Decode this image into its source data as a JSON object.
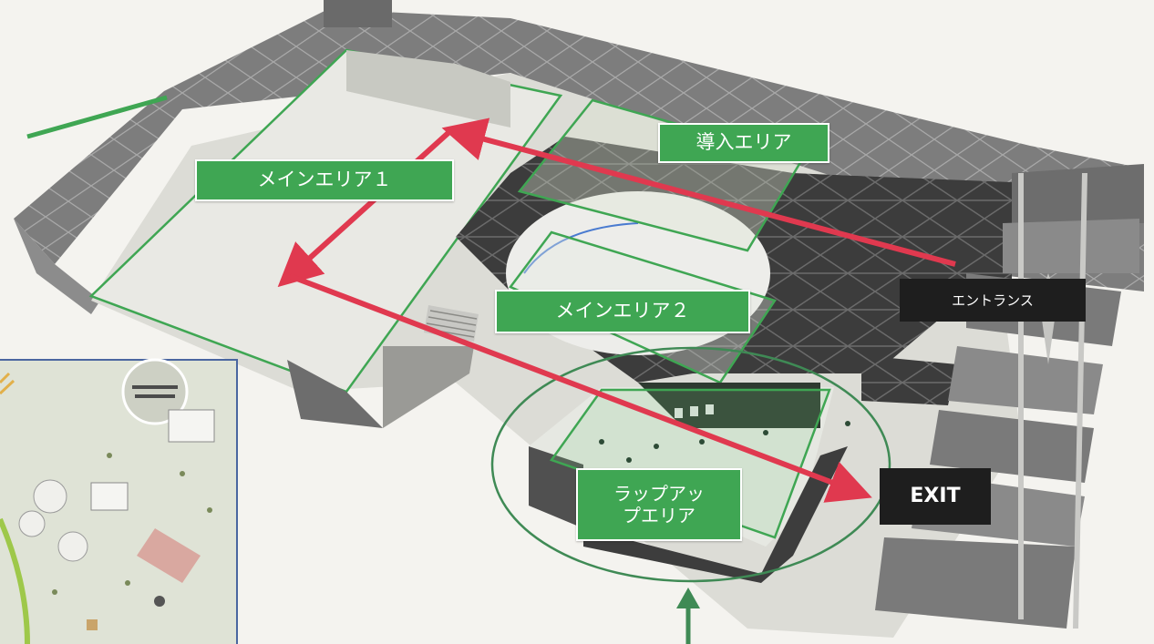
{
  "areas": {
    "main_area_1": "メインエリア１",
    "intro_area": "導入エリア",
    "main_area_2": "メインエリア２",
    "wrapup_area": "ラップアッ\nプエリア",
    "entrance": "エントランス",
    "exit": "EXIT"
  },
  "colors": {
    "area_label_bg": "#3fa653",
    "area_outline": "#3fa653",
    "route_arrow": "#e0394f",
    "dark_label_bg": "#1e1e1e",
    "callout_line": "#3fa653"
  },
  "icons": {
    "route": "red-route-arrow",
    "callout": "green-pointer-arrow"
  }
}
